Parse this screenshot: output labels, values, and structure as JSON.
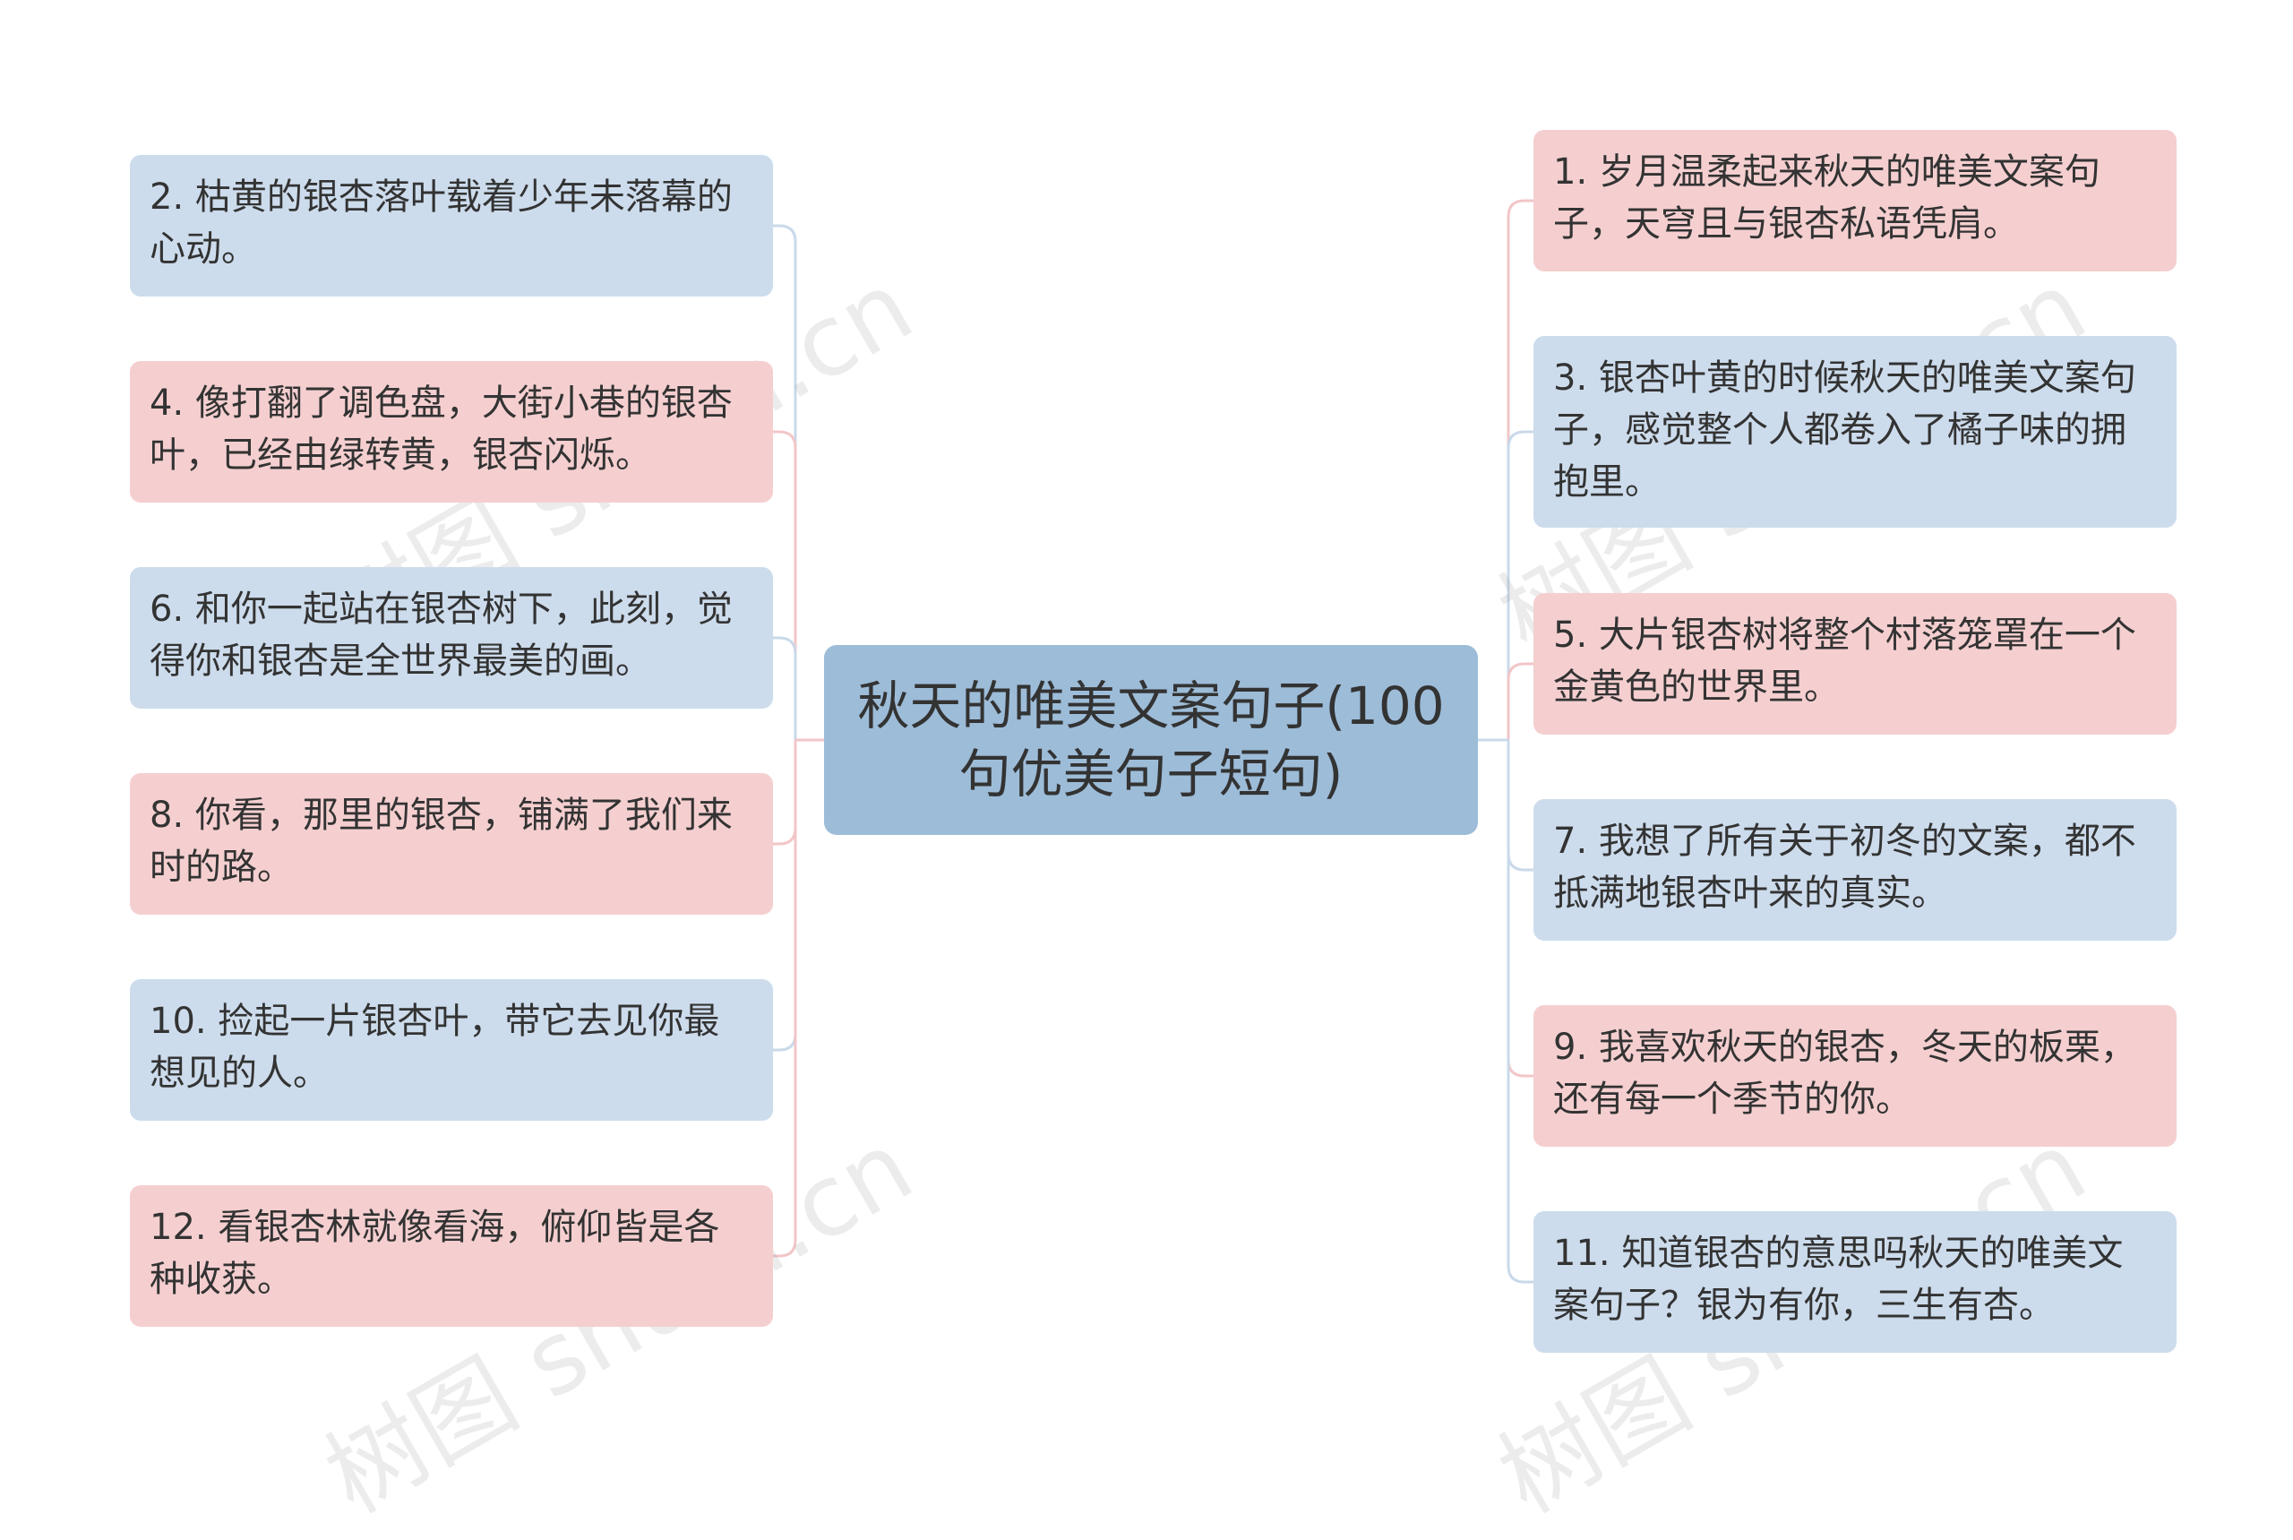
{
  "central": {
    "title": "秋天的唯美文案句子(100句优美句子短句)"
  },
  "left_nodes": [
    {
      "text": "2. 枯黄的银杏落叶载着少年未落幕的心动。",
      "color": "blue"
    },
    {
      "text": "4. 像打翻了调色盘，大街小巷的银杏叶，已经由绿转黄，银杏闪烁。",
      "color": "pink"
    },
    {
      "text": "6. 和你一起站在银杏树下，此刻，觉得你和银杏是全世界最美的画。",
      "color": "blue"
    },
    {
      "text": "8. 你看，那里的银杏，铺满了我们来时的路。",
      "color": "pink"
    },
    {
      "text": "10. 捡起一片银杏叶，带它去见你最想见的人。",
      "color": "blue"
    },
    {
      "text": "12. 看银杏林就像看海，俯仰皆是各种收获。",
      "color": "pink"
    }
  ],
  "right_nodes": [
    {
      "text": "1. 岁月温柔起来秋天的唯美文案句子，天穹且与银杏私语凭肩。",
      "color": "pink"
    },
    {
      "text": "3. 银杏叶黄的时候秋天的唯美文案句子，感觉整个人都卷入了橘子味的拥抱里。",
      "color": "blue"
    },
    {
      "text": "5. 大片银杏树将整个村落笼罩在一个金黄色的世界里。",
      "color": "pink"
    },
    {
      "text": "7. 我想了所有关于初冬的文案，都不抵满地银杏叶来的真实。",
      "color": "blue"
    },
    {
      "text": "9. 我喜欢秋天的银杏，冬天的板栗，还有每一个季节的你。",
      "color": "pink"
    },
    {
      "text": "11. 知道银杏的意思吗秋天的唯美文案句子？银为有你，三生有杏。",
      "color": "blue"
    }
  ],
  "watermark": "树图 shutu.cn",
  "colors": {
    "blue": "#cddcec",
    "pink": "#f5cfd0",
    "central": "#9dbcd8",
    "line_blue": "#c9d9ea",
    "line_pink": "#f2c6c8"
  }
}
